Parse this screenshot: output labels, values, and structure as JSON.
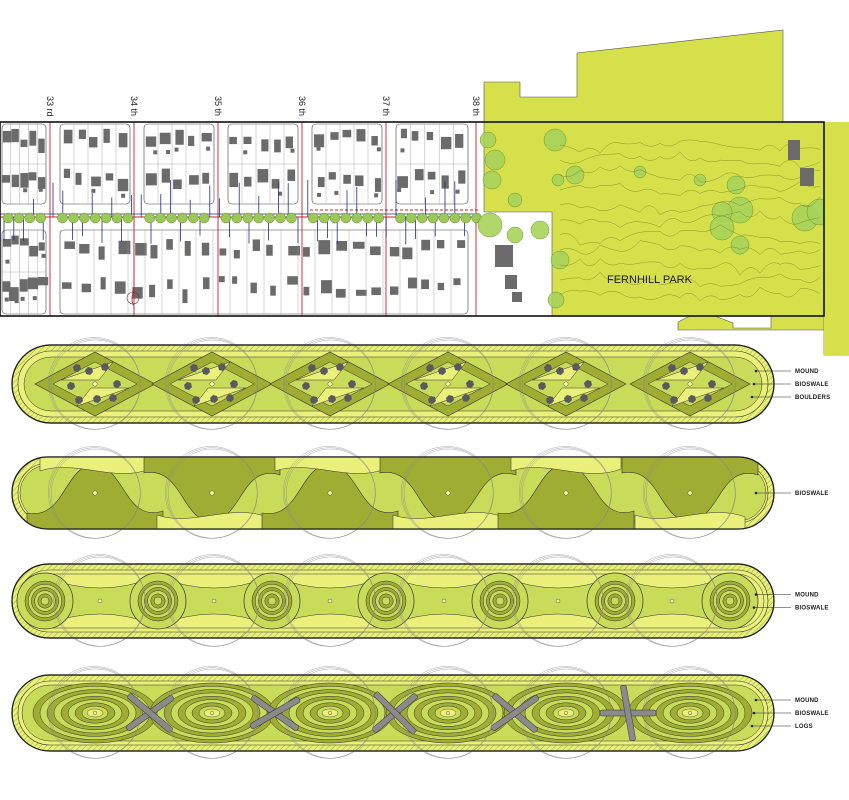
{
  "site_plan": {
    "streets": [
      "33 rd",
      "34 th",
      "35 th",
      "36 th",
      "37 th",
      "38 th"
    ],
    "park_name": "FERNHILL PARK"
  },
  "panels": [
    {
      "id": "panel-1",
      "labels": [
        "MOUND",
        "BIOSWALE",
        "BOULDERS"
      ]
    },
    {
      "id": "panel-2",
      "labels": [
        "BIOSWALE"
      ]
    },
    {
      "id": "panel-3",
      "labels": [
        "MOUND",
        "BIOSWALE"
      ]
    },
    {
      "id": "panel-4",
      "labels": [
        "MOUND",
        "BIOSWALE",
        "LOGS"
      ]
    }
  ],
  "colors": {
    "park": "#d6e04a",
    "swale_light": "#eaf07a",
    "swale_mid": "#c9dc5a",
    "swale_dark": "#9fae32",
    "boulder": "#5a5a5e",
    "log": "#8a8a8a",
    "building": "#6b6b6b",
    "road_red": "#d11f2a",
    "pipe_blue": "#1f2c8a"
  }
}
